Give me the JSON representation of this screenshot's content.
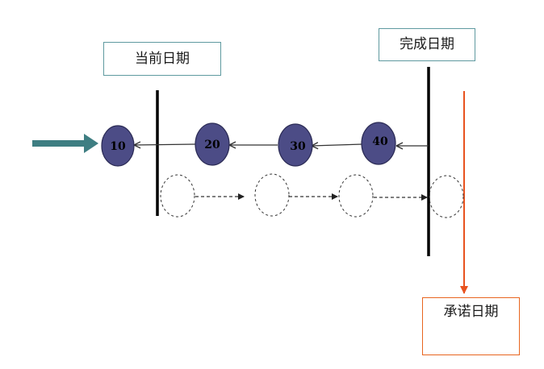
{
  "labels": {
    "current_date": "当前日期",
    "completion_date": "完成日期",
    "commitment_date": "承诺日期"
  },
  "nodes": [
    {
      "label": "10"
    },
    {
      "label": "20"
    },
    {
      "label": "30"
    },
    {
      "label": "40"
    }
  ],
  "colors": {
    "node_fill": "#4c4c86",
    "node_stroke": "#2b2b55",
    "entry_arrow": "#3e7e82",
    "commitment_line": "#e8521f",
    "box_border_teal": "#5f9aa0",
    "box_border_orange": "#e8651f"
  }
}
